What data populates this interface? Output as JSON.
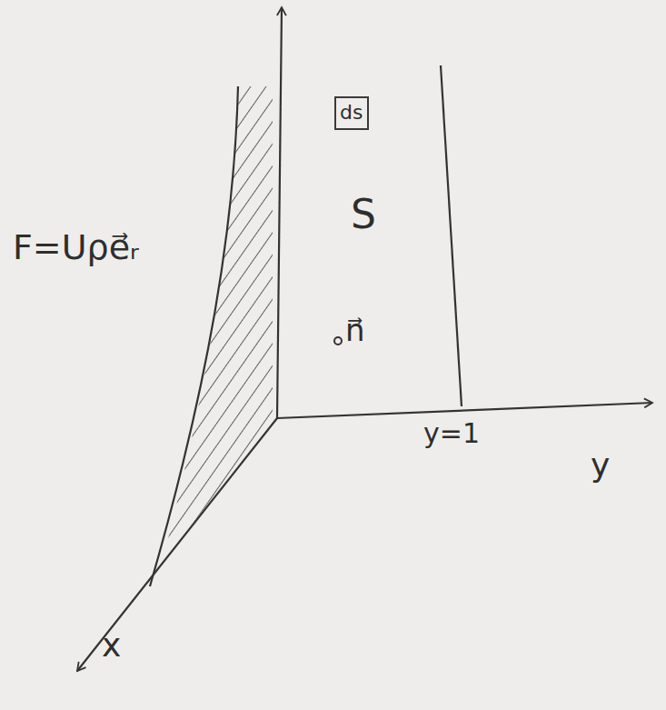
{
  "diagram": {
    "nodes": [
      {
        "text": [
          "ds"
        ]
      }
    ],
    "labels": [
      "F=Uρe⃗ᵣ",
      "S",
      "n⃗",
      "y=1",
      "y",
      "x"
    ]
  }
}
